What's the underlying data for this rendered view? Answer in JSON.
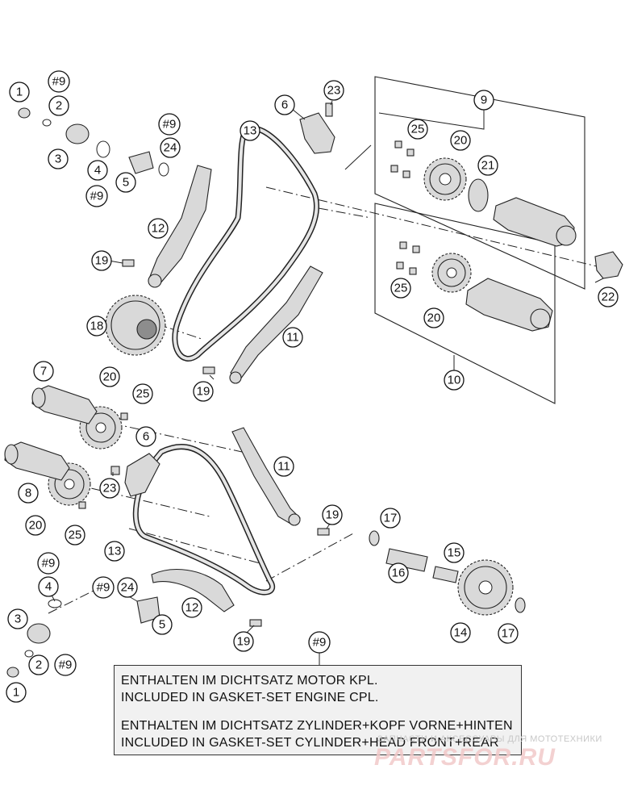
{
  "callouts": {
    "c1_top": "1",
    "c9_top": "#9",
    "c2_top": "2",
    "c3_top": "3",
    "c4_top": "4",
    "c9_mid": "#9",
    "c5_top": "5",
    "c9_b": "#9",
    "c24_top": "24",
    "c6_top": "6",
    "c23_top": "23",
    "c13_top": "13",
    "c9_group": "9",
    "c25_g9": "25",
    "c20_g9": "20",
    "c21": "21",
    "c12_top": "12",
    "c19_top": "19",
    "c18": "18",
    "c11_top": "11",
    "c25_g10": "25",
    "c20_g10": "20",
    "c22": "22",
    "c10_group": "10",
    "c19_mid": "19",
    "c7": "7",
    "c20_left": "20",
    "c25_left": "25",
    "c6_bot": "6",
    "c8": "8",
    "c23_bot": "23",
    "c20_left2": "20",
    "c25_left2": "25",
    "c11_bot": "11",
    "c19_bot1": "19",
    "c17_top": "17",
    "c13_bot": "13",
    "c15": "15",
    "c16": "16",
    "c9_b2": "#9",
    "c4_bot": "4",
    "c9_b3": "#9",
    "c24_bot": "24",
    "c12_bot": "12",
    "c3_bot": "3",
    "c5_bot": "5",
    "c14": "14",
    "c17_bot": "17",
    "c2_bot": "2",
    "c9_b4": "#9",
    "c19_bot2": "19",
    "c1_bot": "1",
    "c9_note": "#9"
  },
  "note": {
    "line1": "ENTHALTEN IM DICHTSATZ MOTOR KPL.",
    "line2": "INCLUDED IN GASKET-SET ENGINE CPL.",
    "line3": "ENTHALTEN IM DICHTSATZ ZYLINDER+KOPF VORNE+HINTEN",
    "line4": "INCLUDED IN GASKET-SET CYLINDER+HEAD FRONT+REAR"
  },
  "watermark": {
    "tagline": "ЗАПЧАСТИ И АКСЕССУАРЫ ДЛЯ МОТОТЕХНИКИ",
    "brand": "PARTSFOR.RU"
  },
  "colors": {
    "line": "#222222",
    "part_fill": "#d9d9d9",
    "note_bg": "#f1f1f1",
    "watermark": "#e03a3a"
  }
}
